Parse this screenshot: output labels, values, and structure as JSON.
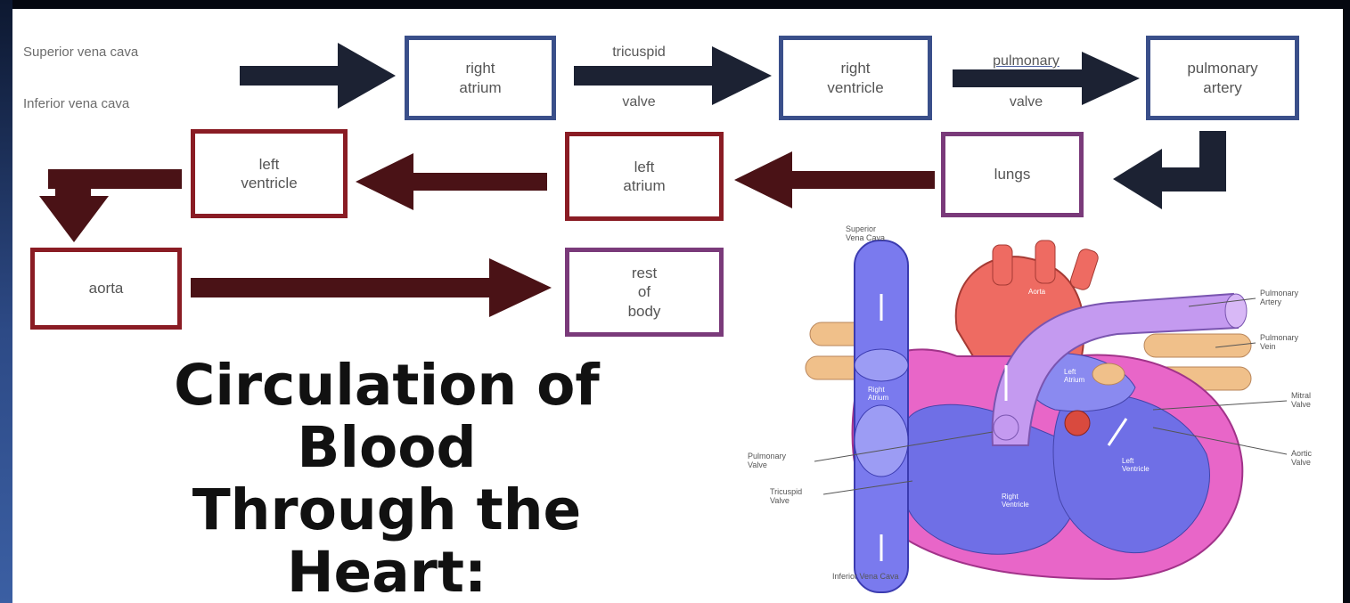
{
  "flow": {
    "inputs": {
      "superior": "Superior vena cava",
      "inferior": "Inferior vena cava"
    },
    "boxes": {
      "right_atrium": "right\natrium",
      "right_ventricle": "right\nventricle",
      "pulmonary_artery": "pulmonary\nartery",
      "lungs": "lungs",
      "left_atrium": "left\natrium",
      "left_ventricle": "left\nventricle",
      "aorta": "aorta",
      "rest_of_body": "rest\nof\nbody"
    },
    "valves": {
      "tricuspid": "tricuspid",
      "tricuspid_2": "valve",
      "pulmonary": "pulmonary",
      "pulmonary_2": "valve"
    }
  },
  "title_lines": [
    "Circulation of",
    "Blood",
    "Through the",
    "Heart:"
  ],
  "heart_labels": {
    "superior_vena_cava": "Superior\nVena Cava",
    "aorta": "Aorta",
    "pulmonary_artery": "Pulmonary\nArtery",
    "pulmonary_vein": "Pulmonary\nVein",
    "mitral_valve": "Mitral\nValve",
    "aortic_valve": "Aortic\nValve",
    "pulmonary_valve": "Pulmonary\nValve",
    "tricuspid_valve": "Tricuspid\nValve",
    "inferior_vena_cava": "Inferior Vena Cava",
    "right_atrium": "Right\nAtrium",
    "left_atrium": "Left\nAtrium",
    "right_ventricle": "Right\nVentricle",
    "left_ventricle": "Left\nVentricle"
  },
  "colors": {
    "blue_box": "#3a4f8a",
    "red_box": "#8a1c24",
    "purple_box": "#7a3a7a",
    "arrow_dark": "#1c2233",
    "arrow_red": "#4a1216"
  }
}
